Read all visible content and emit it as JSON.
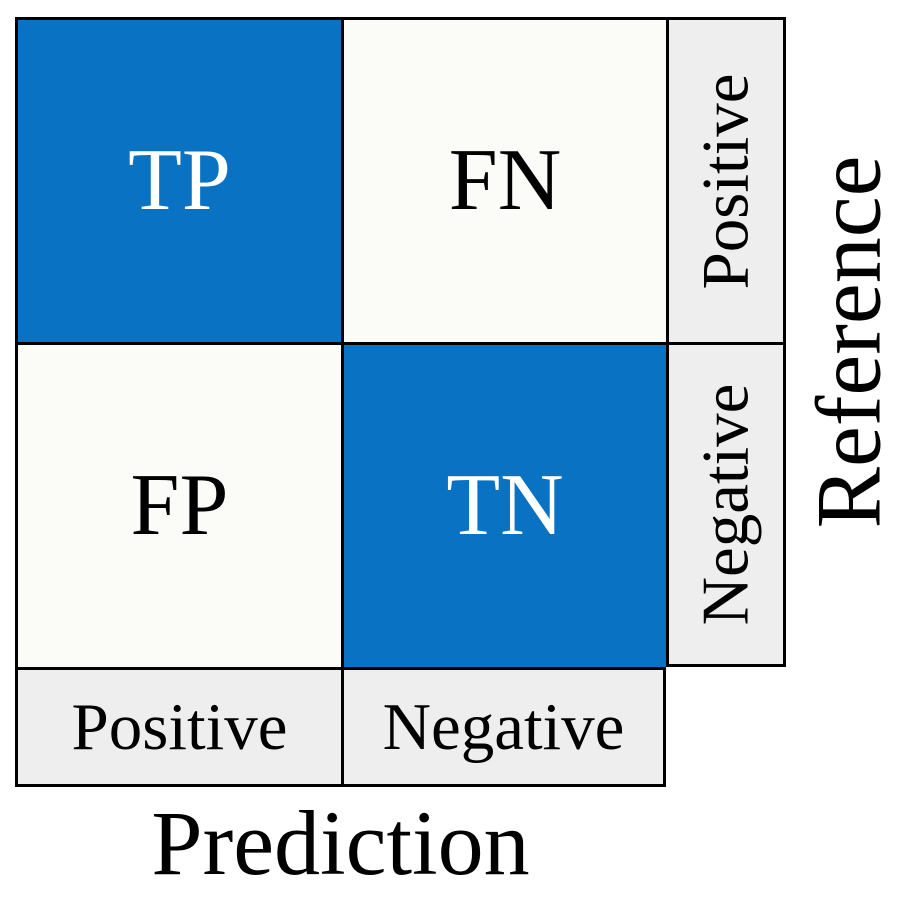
{
  "figure": {
    "kind": "confusion-matrix",
    "cells": {
      "tp": "TP",
      "fn": "FN",
      "fp": "FP",
      "tn": "TN"
    },
    "axes": {
      "prediction": {
        "title": "Prediction",
        "categories": [
          "Positive",
          "Negative"
        ]
      },
      "reference": {
        "title": "Reference",
        "categories": [
          "Positive",
          "Negative"
        ]
      }
    },
    "colors": {
      "highlight": "#0A72C3",
      "cell_background": "#FBFBF8",
      "label_background": "#EEEEEE",
      "border": "#000000",
      "highlight_text": "#FFFFFF",
      "text": "#000000"
    }
  }
}
